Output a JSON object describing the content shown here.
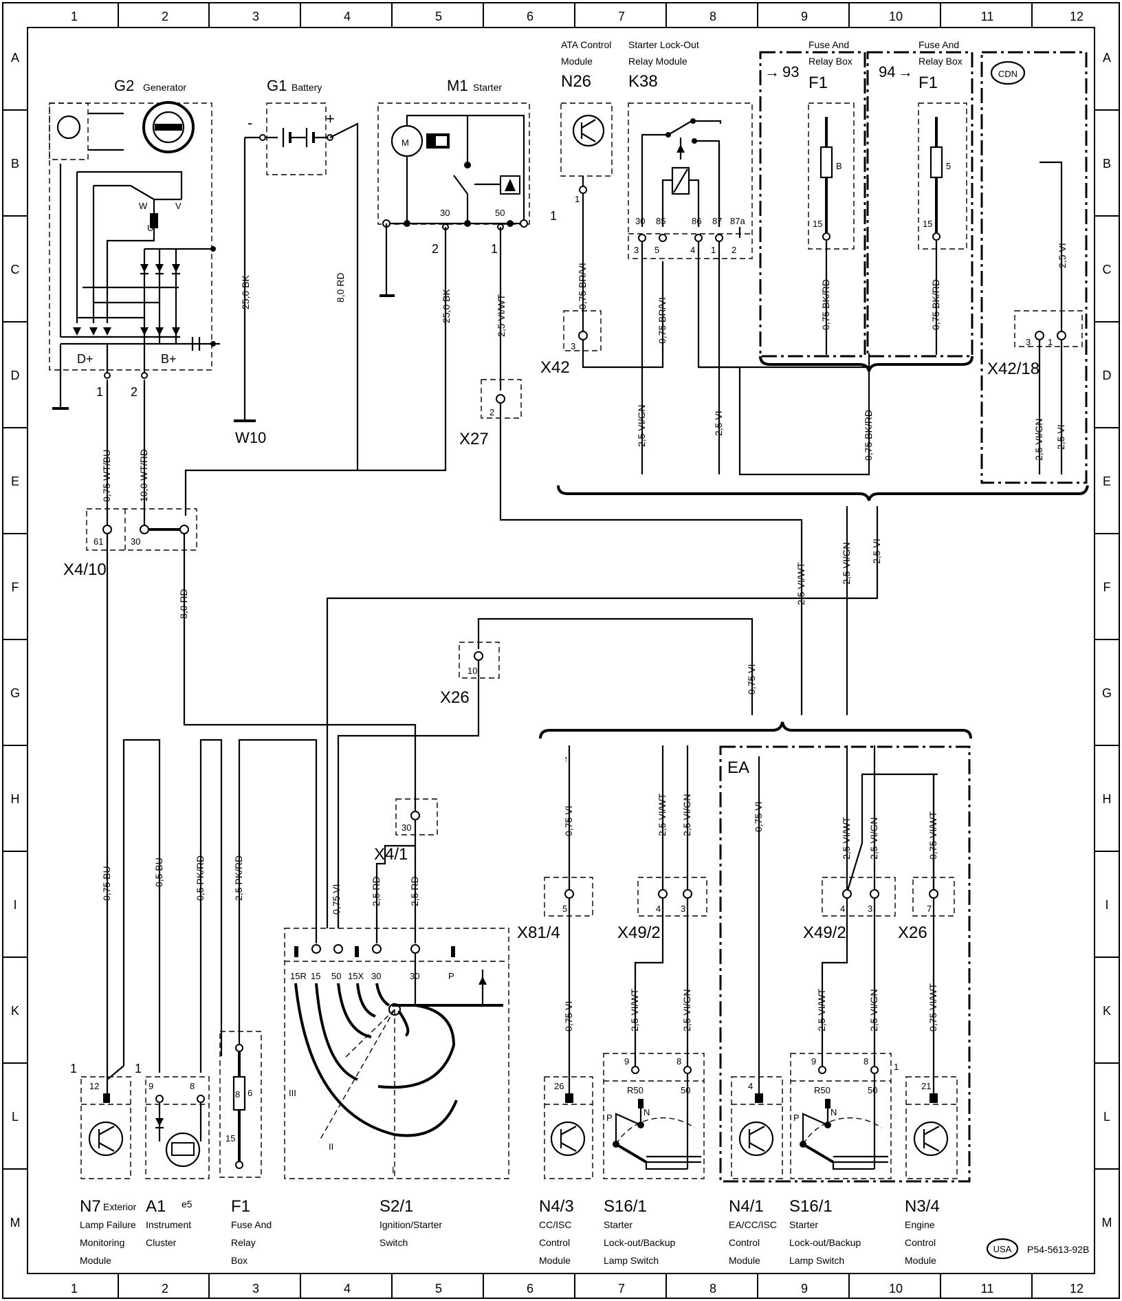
{
  "grid": {
    "columns": [
      "1",
      "2",
      "3",
      "4",
      "5",
      "6",
      "7",
      "8",
      "9",
      "10",
      "11",
      "12"
    ],
    "rows": [
      "A",
      "B",
      "C",
      "D",
      "E",
      "F",
      "G",
      "H",
      "I",
      "K",
      "L",
      "M"
    ]
  },
  "components": {
    "g2": {
      "id": "G2",
      "desc": "Generator"
    },
    "g1": {
      "id": "G1",
      "desc": "Battery"
    },
    "m1": {
      "id": "M1",
      "desc": "Starter"
    },
    "n26": {
      "id": "N26",
      "desc": [
        "ATA Control",
        "Module"
      ]
    },
    "k38": {
      "id": "K38",
      "desc": [
        "Starter Lock-Out",
        "Relay Module"
      ]
    },
    "f1a": {
      "id": "F1",
      "desc": [
        "Fuse And",
        "Relay Box"
      ],
      "ref": "93"
    },
    "f1b": {
      "id": "F1",
      "desc": [
        "Fuse And",
        "Relay Box"
      ],
      "ref": "94"
    },
    "cdn": "CDN",
    "w10": "W10",
    "x4_10": "X4/10",
    "x27": "X27",
    "x42": "X42",
    "x42_18": "X42/18",
    "x26_top": "X26",
    "x4_1": "X4/1",
    "x81_4": "X81/4",
    "x49_2a": "X49/2",
    "x49_2b": "X49/2",
    "x26_bot": "X26",
    "ea": "EA",
    "n7": {
      "id": "N7",
      "sub": "Exterior",
      "desc": [
        "Lamp Failure",
        "Monitoring",
        "Module"
      ]
    },
    "a1": {
      "id": "A1",
      "sub": "e5",
      "desc": [
        "Instrument",
        "Cluster"
      ]
    },
    "f1c": {
      "id": "F1",
      "desc": [
        "Fuse And",
        "Relay",
        "Box"
      ]
    },
    "s2_1": {
      "id": "S2/1",
      "desc": [
        "Ignition/Starter",
        "Switch"
      ]
    },
    "n4_3": {
      "id": "N4/3",
      "desc": [
        "CC/ISC",
        "Control",
        "Module"
      ]
    },
    "s16_1a": {
      "id": "S16/1",
      "desc": [
        "Starter",
        "Lock-out/Backup",
        "Lamp Switch"
      ]
    },
    "n4_1": {
      "id": "N4/1",
      "desc": [
        "EA/CC/ISC",
        "Control",
        "Module"
      ]
    },
    "s16_1b": {
      "id": "S16/1",
      "desc": [
        "Starter",
        "Lock-out/Backup",
        "Lamp Switch"
      ]
    },
    "n3_4": {
      "id": "N3/4",
      "desc": [
        "Engine",
        "Control",
        "Module"
      ]
    }
  },
  "wires": {
    "w_25bk_g1": "25,0 BK",
    "w_8rd_g1": "8,0 RD",
    "w_25bk_m1": "25,0 BK",
    "w_25viwt_m1": "2,5 VI/WT",
    "w_075brvi_n26": "0,75 BR/VI",
    "w_075brvi_k38": "0,75 BR/VI",
    "w_075bkrd_93": "0,75 BK/RD",
    "w_075bkrd_94": "0,75 BK/RD",
    "w_25vi_cdn": "2,5 VI",
    "w_25vign_k38": "2,5 VI/GN",
    "w_25vi_k38": "2,5 VI",
    "w_075bkrd_main": "0,75 BK/RD",
    "w_25vign_cdn": "2,5 VI/GN",
    "w_25vi_cdn2": "2,5 VI",
    "w_075wtbu": "0,75 WT/BU",
    "w_10wtrd": "10,0 WT/RD",
    "w_8rd_x410": "8,0 RD",
    "w_25viwt_f": "2,5 VI/WT",
    "w_25vign_f": "2,5 VI/GN",
    "w_25vi_f": "2,5 VI",
    "w_075vi_g": "0,75 VI",
    "w_075bu_n7": "0,75 BU",
    "w_05bu_a1": "0,5 BU",
    "w_05pkrd": "0,5 PK/RD",
    "w_25pkrd": "2,5 PK/RD",
    "w_075vi_s2": "0,75 VI",
    "w_25rd_a": "2,5 RD",
    "w_25rd_b": "2,5 RD",
    "w_075vi_x81a": "0,75 VI",
    "w_075vi_x81b": "0,75 VI",
    "w_25viwt_x49a": "2,5 VI/WT",
    "w_25vign_x49a": "2,5 VI/GN",
    "w_25viwt_x49a2": "2,5 VI/WT",
    "w_25vign_x49a2": "2,5 VI/GN",
    "w_075vi_n41": "0,75 VI",
    "w_25viwt_x49b": "2,5 VI/WT",
    "w_25vign_x49b": "2,5 VI/GN",
    "w_25viwt_x49b2": "2,5 VI/WT",
    "w_25vign_x49b2": "2,5 VI/GN",
    "w_075viwt_x26": "0,75 VI/WT",
    "w_075viwt_x26b": "0,75 VI/WT"
  },
  "pins": {
    "g2_d": "D+",
    "g2_b": "B+",
    "g2_1": "1",
    "g2_2": "2",
    "g2_w": "W",
    "g2_v": "V",
    "g2_u": "U",
    "m1_30": "30",
    "m1_50": "50",
    "m1_2": "2",
    "m1_1": "1",
    "n26_1": "1",
    "n26_1b": "1",
    "k38_30": "30",
    "k38_85": "85",
    "k38_86": "86",
    "k38_87": "87",
    "k38_87a": "87a",
    "k38_3": "3",
    "k38_5": "5",
    "k38_4": "4",
    "k38_1": "1",
    "k38_2": "2",
    "f93_b": "B",
    "f93_15": "15",
    "f94_5": "5",
    "f94_15": "15",
    "x42_3": "3",
    "x42_18_3": "3",
    "x42_18_1": "1",
    "x27_2": "2",
    "x410_61": "61",
    "x410_30": "30",
    "x26_10": "10",
    "x41_30": "30",
    "n7_12": "12",
    "n7_1": "1",
    "a1_9": "9",
    "a1_8": "8",
    "a1_1": "1",
    "f1c_8": "8",
    "f1c_6": "6",
    "f1c_15": "15",
    "s2_15r": "15R",
    "s2_15": "15",
    "s2_50": "50",
    "s2_15x": "15X",
    "s2_30a": "30",
    "s2_30b": "30",
    "s2_p": "P",
    "s2_iii": "III",
    "s2_ii": "II",
    "s2_i": "I",
    "x81_5": "5",
    "x49a_4": "4",
    "x49a_3": "3",
    "x49b_4": "4",
    "x49b_3": "3",
    "x26b_7": "7",
    "n43_26": "26",
    "s16a_9": "9",
    "s16a_8": "8",
    "s16a_r50": "R50",
    "s16a_50": "50",
    "s16a_p": "P",
    "s16a_n": "N",
    "n41_4": "4",
    "s16b_9": "9",
    "s16b_8": "8",
    "s16b_1": "1",
    "s16b_r50": "R50",
    "s16b_50": "50",
    "s16b_p": "P",
    "s16b_n": "N",
    "n34_21": "21"
  },
  "footer": {
    "usa": "USA",
    "code": "P54-5613-92B"
  }
}
